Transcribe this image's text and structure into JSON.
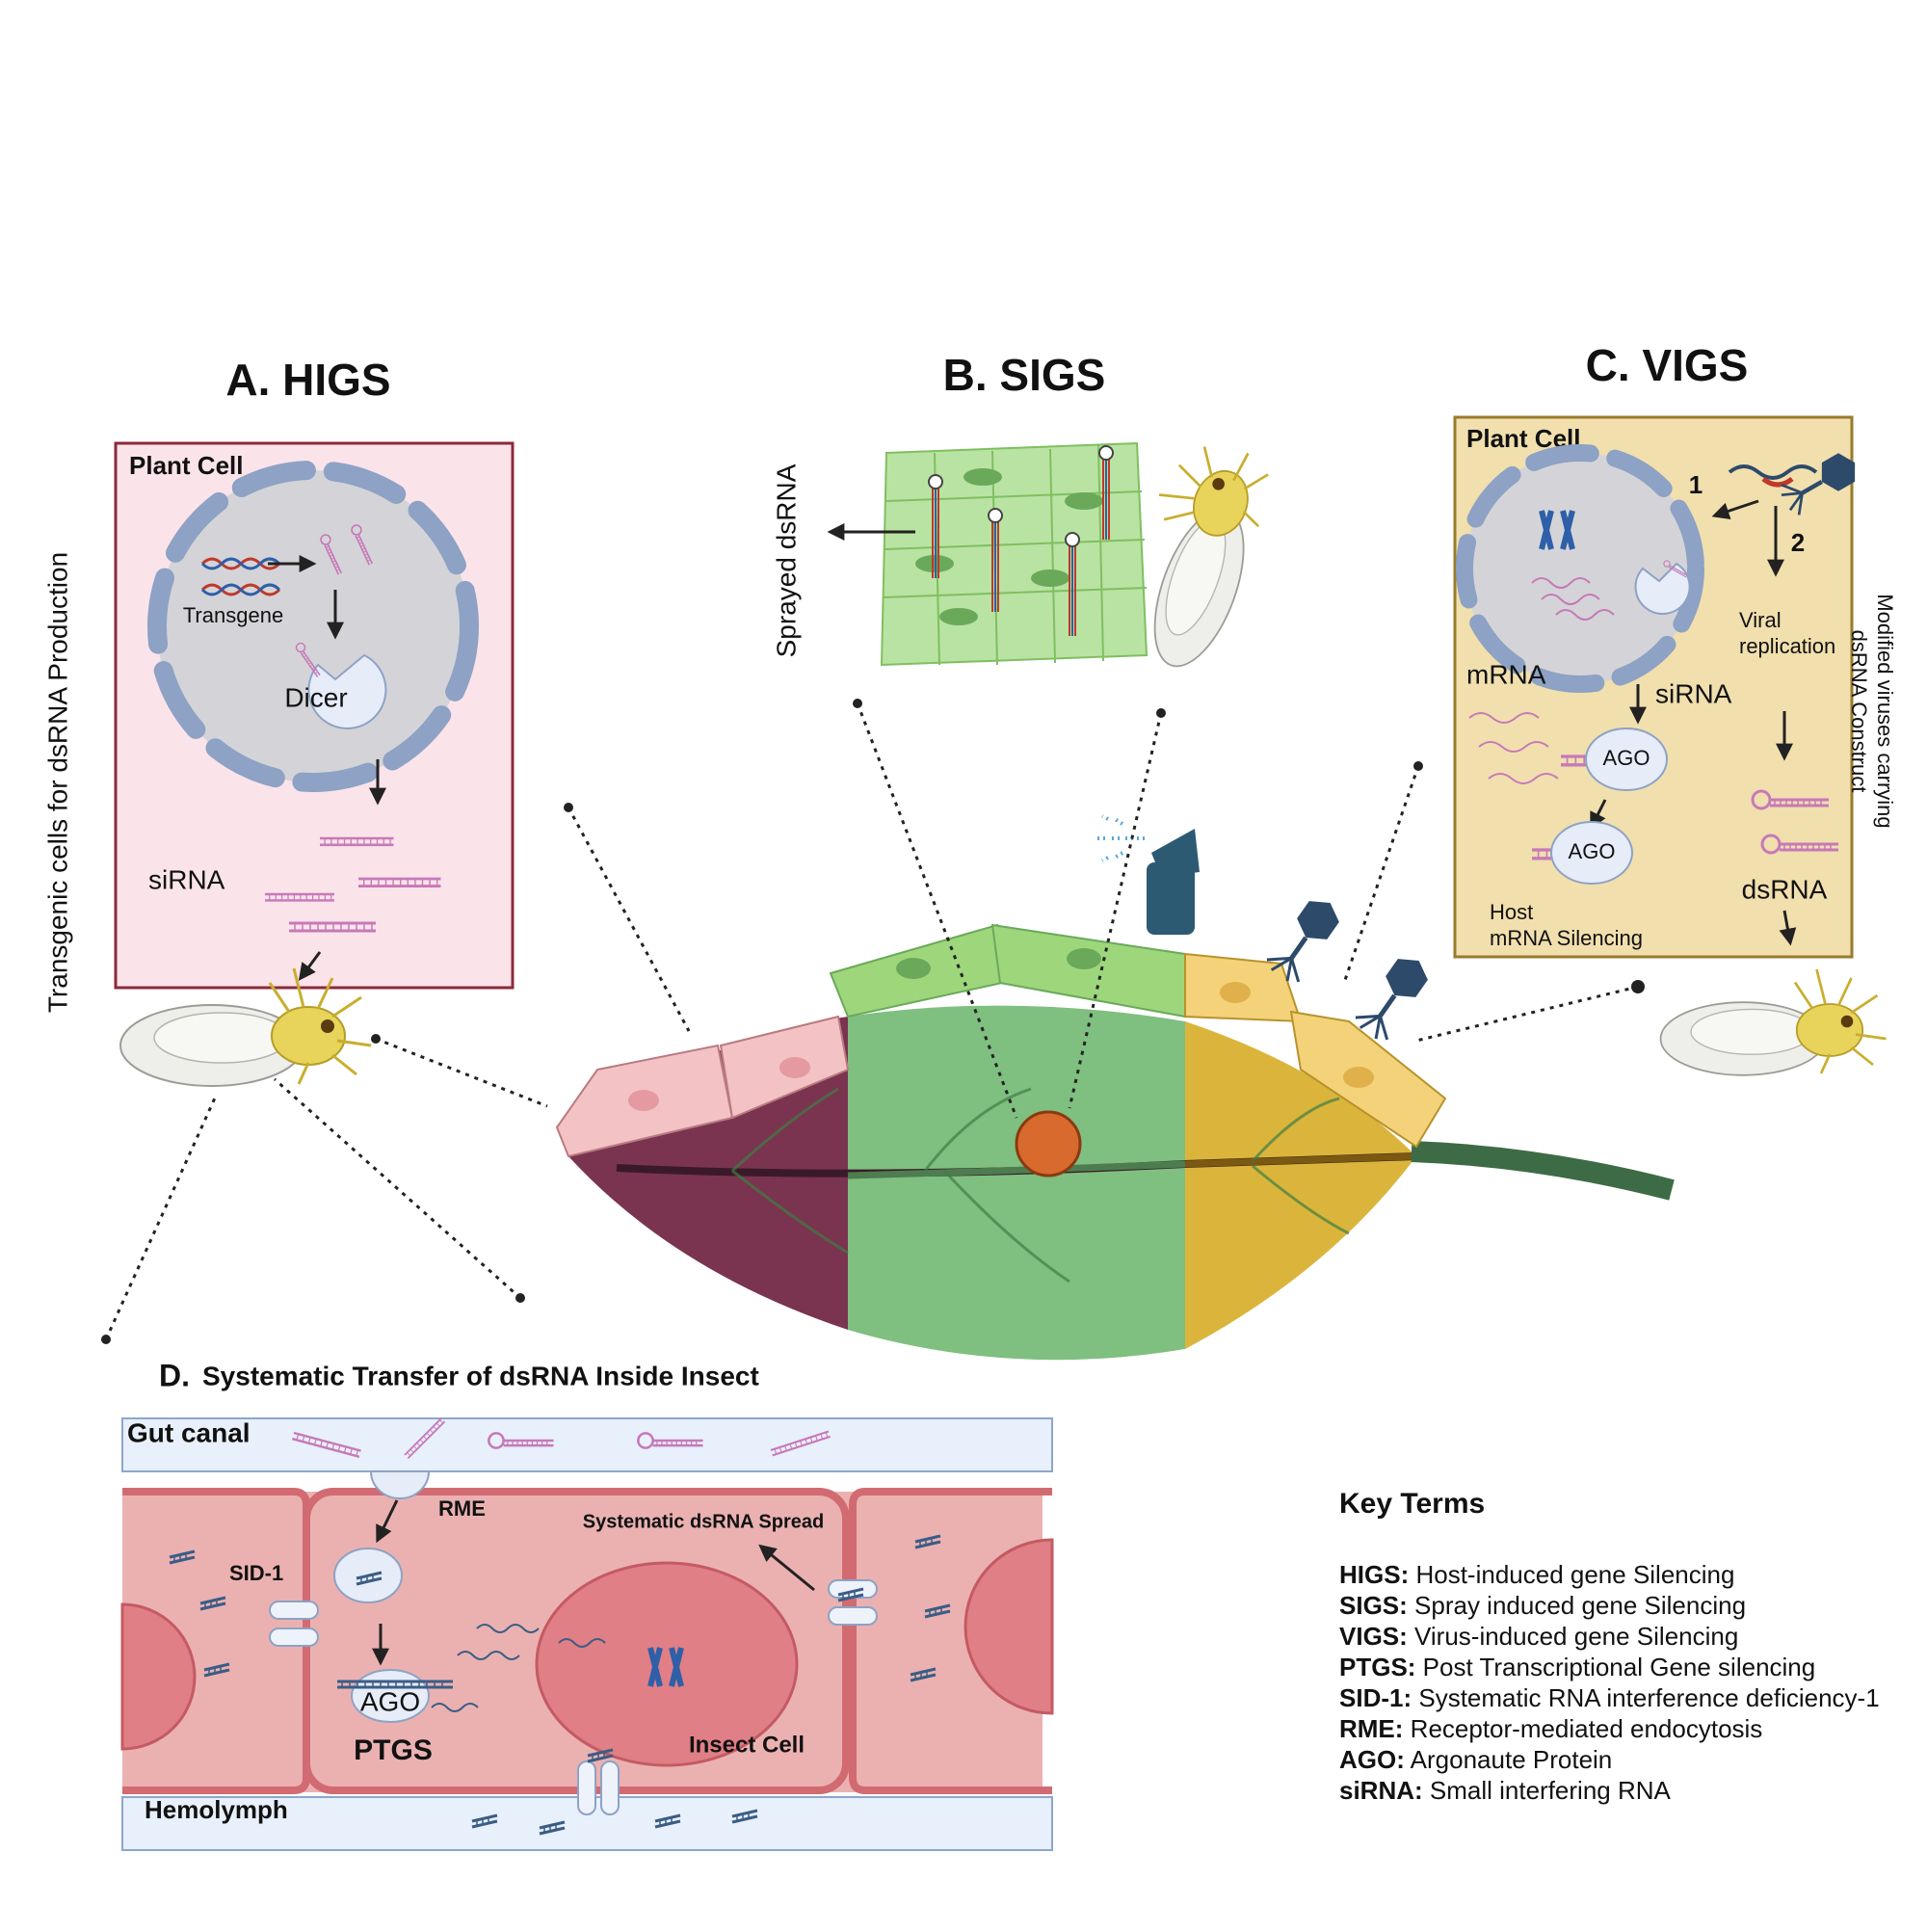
{
  "panels": {
    "higs": {
      "title": "A. HIGS",
      "cell_label": "Plant Cell",
      "transgene": "Transgene",
      "dicer": "Dicer",
      "sirna": "siRNA",
      "side_label": "Transgenic cells for dsRNA Production"
    },
    "sigs": {
      "title": "B. SIGS",
      "side_label": "Sprayed dsRNA"
    },
    "vigs": {
      "title": "C. VIGS",
      "cell_label": "Plant Cell",
      "step1": "1",
      "step2": "2",
      "viral_replication_1": "Viral",
      "viral_replication_2": "replication",
      "mrna": "mRNA",
      "sirna": "siRNA",
      "ago": "AGO",
      "ago2": "AGO",
      "host_silencing_1": "Host",
      "host_silencing_2": "mRNA Silencing",
      "dsrna": "dsRNA",
      "side_label_1": "Modified viruses carrying",
      "side_label_2": "dsRNA Construct"
    },
    "insect": {
      "title_prefix": "D.",
      "title": "Systematic Transfer of dsRNA Inside Insect",
      "gut": "Gut canal",
      "rme": "RME",
      "sid1": "SID-1",
      "spread": "Systematic dsRNA Spread",
      "ago": "AGO",
      "ptgs": "PTGS",
      "insect_cell": "Insect Cell",
      "hemolymph": "Hemolymph"
    }
  },
  "key_terms": {
    "heading": "Key Terms",
    "items": [
      {
        "abbr": "HIGS:",
        "def": " Host-induced gene Silencing"
      },
      {
        "abbr": "SIGS:",
        "def": " Spray induced gene Silencing"
      },
      {
        "abbr": "VIGS:",
        "def": " Virus-induced gene Silencing"
      },
      {
        "abbr": "PTGS:",
        "def": " Post Transcriptional Gene silencing"
      },
      {
        "abbr": "SID-1:",
        "def": " Systematic RNA interference deficiency-1"
      },
      {
        "abbr": "RME:",
        "def": " Receptor-mediated endocytosis"
      },
      {
        "abbr": "AGO:",
        "def": " Argonaute Protein"
      },
      {
        "abbr": "siRNA:",
        "def": " Small interfering RNA"
      }
    ]
  },
  "colors": {
    "higs_bg": "#fbe3ea",
    "higs_border": "#8b2a3a",
    "vigs_bg": "#f1dfae",
    "vigs_border": "#9a7b2c",
    "leaf_purple": "#7a344f",
    "leaf_green": "#7fbf80",
    "leaf_yellow": "#dbb53b",
    "cell_pink": "#ebb1b1",
    "hairpin": "#c779b8",
    "virus": "#2d4a6b"
  }
}
